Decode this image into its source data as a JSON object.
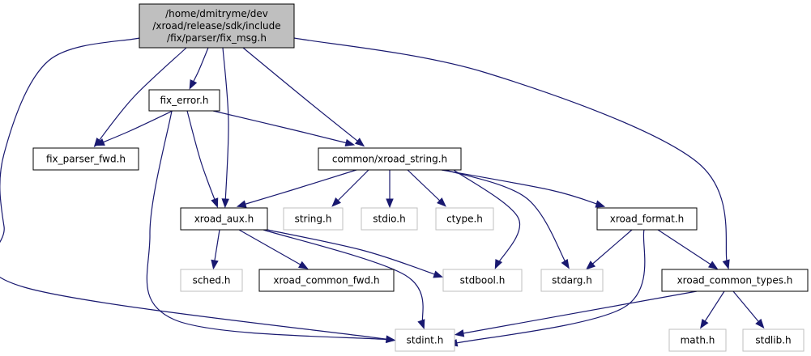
{
  "diagram": {
    "colors": {
      "edge": "#191970",
      "root_fill": "#bfbfbf",
      "node_border": "#000000",
      "external_border": "#bfbfbf",
      "external_text": "#000000",
      "background": "#ffffff"
    },
    "nodes": {
      "root": {
        "lines": [
          "/home/dmitryme/dev",
          "/xroad/release/sdk/include",
          "/fix/parser/fix_msg.h"
        ],
        "kind": "root"
      },
      "fix_error": {
        "lines": [
          "fix_error.h"
        ],
        "kind": "project"
      },
      "fix_parser_fwd": {
        "lines": [
          "fix_parser_fwd.h"
        ],
        "kind": "project"
      },
      "xroad_string": {
        "lines": [
          "common/xroad_string.h"
        ],
        "kind": "project"
      },
      "xroad_aux": {
        "lines": [
          "xroad_aux.h"
        ],
        "kind": "project"
      },
      "string_h": {
        "lines": [
          "string.h"
        ],
        "kind": "external"
      },
      "stdio_h": {
        "lines": [
          "stdio.h"
        ],
        "kind": "external"
      },
      "ctype_h": {
        "lines": [
          "ctype.h"
        ],
        "kind": "external"
      },
      "xroad_format": {
        "lines": [
          "xroad_format.h"
        ],
        "kind": "project"
      },
      "sched_h": {
        "lines": [
          "sched.h"
        ],
        "kind": "external"
      },
      "xroad_common_fwd": {
        "lines": [
          "xroad_common_fwd.h"
        ],
        "kind": "project"
      },
      "stdbool_h": {
        "lines": [
          "stdbool.h"
        ],
        "kind": "external"
      },
      "stdarg_h": {
        "lines": [
          "stdarg.h"
        ],
        "kind": "external"
      },
      "xroad_common_types": {
        "lines": [
          "xroad_common_types.h"
        ],
        "kind": "project"
      },
      "stdint_h": {
        "lines": [
          "stdint.h"
        ],
        "kind": "external"
      },
      "math_h": {
        "lines": [
          "math.h"
        ],
        "kind": "external"
      },
      "stdlib_h": {
        "lines": [
          "stdlib.h"
        ],
        "kind": "external"
      }
    },
    "edges": [
      [
        "root",
        "fix_error"
      ],
      [
        "root",
        "fix_parser_fwd"
      ],
      [
        "root",
        "xroad_string"
      ],
      [
        "root",
        "xroad_aux"
      ],
      [
        "root",
        "xroad_common_types"
      ],
      [
        "root",
        "stdint_h"
      ],
      [
        "fix_error",
        "fix_parser_fwd"
      ],
      [
        "fix_error",
        "xroad_string"
      ],
      [
        "fix_error",
        "xroad_aux"
      ],
      [
        "fix_error",
        "stdint_h"
      ],
      [
        "xroad_string",
        "xroad_aux"
      ],
      [
        "xroad_string",
        "string_h"
      ],
      [
        "xroad_string",
        "stdio_h"
      ],
      [
        "xroad_string",
        "ctype_h"
      ],
      [
        "xroad_string",
        "xroad_format"
      ],
      [
        "xroad_string",
        "stdbool_h"
      ],
      [
        "xroad_string",
        "stdarg_h"
      ],
      [
        "xroad_aux",
        "sched_h"
      ],
      [
        "xroad_aux",
        "xroad_common_fwd"
      ],
      [
        "xroad_aux",
        "stdbool_h"
      ],
      [
        "xroad_aux",
        "stdint_h"
      ],
      [
        "xroad_format",
        "stdarg_h"
      ],
      [
        "xroad_format",
        "xroad_common_types"
      ],
      [
        "xroad_format",
        "stdint_h"
      ],
      [
        "xroad_common_types",
        "stdint_h"
      ],
      [
        "xroad_common_types",
        "math_h"
      ],
      [
        "xroad_common_types",
        "stdlib_h"
      ]
    ]
  }
}
